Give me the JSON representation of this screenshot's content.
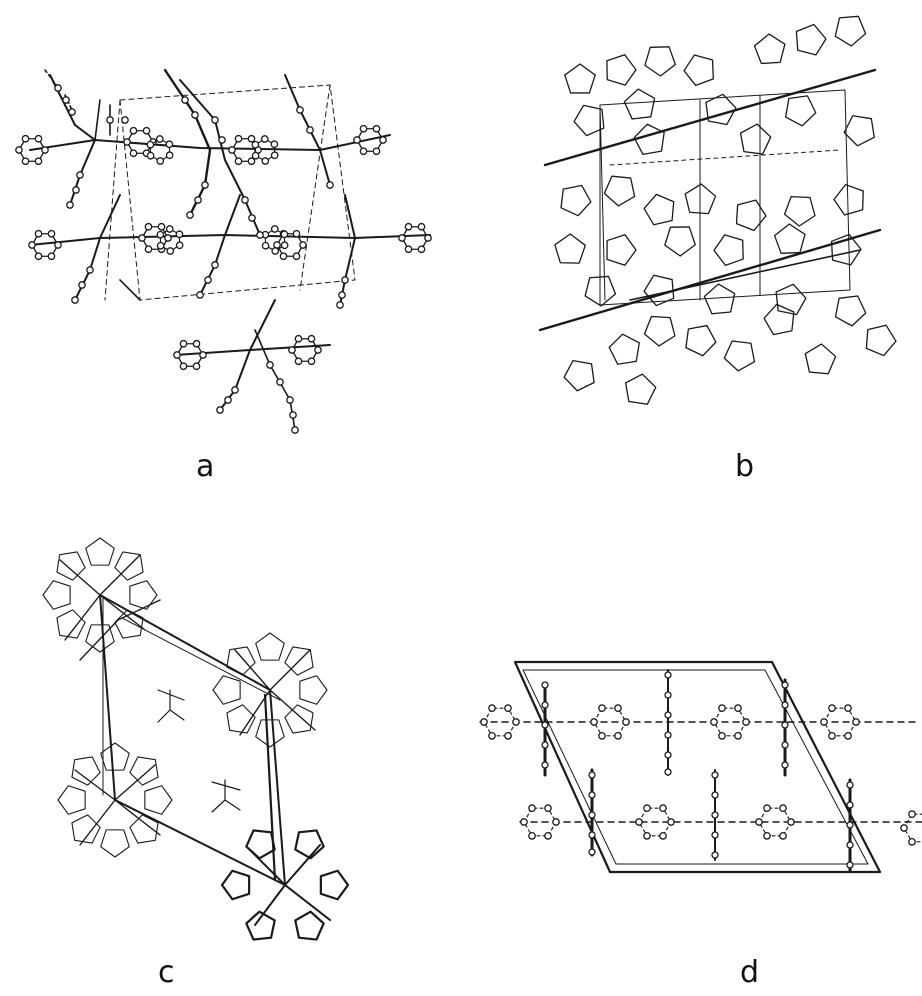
{
  "panels": [
    {
      "id": "a",
      "label": "a"
    },
    {
      "id": "b",
      "label": "b"
    },
    {
      "id": "c",
      "label": "c"
    },
    {
      "id": "d",
      "label": "d"
    }
  ],
  "colors": {
    "ink": "#1a1a1a",
    "background": "#ffffff"
  }
}
